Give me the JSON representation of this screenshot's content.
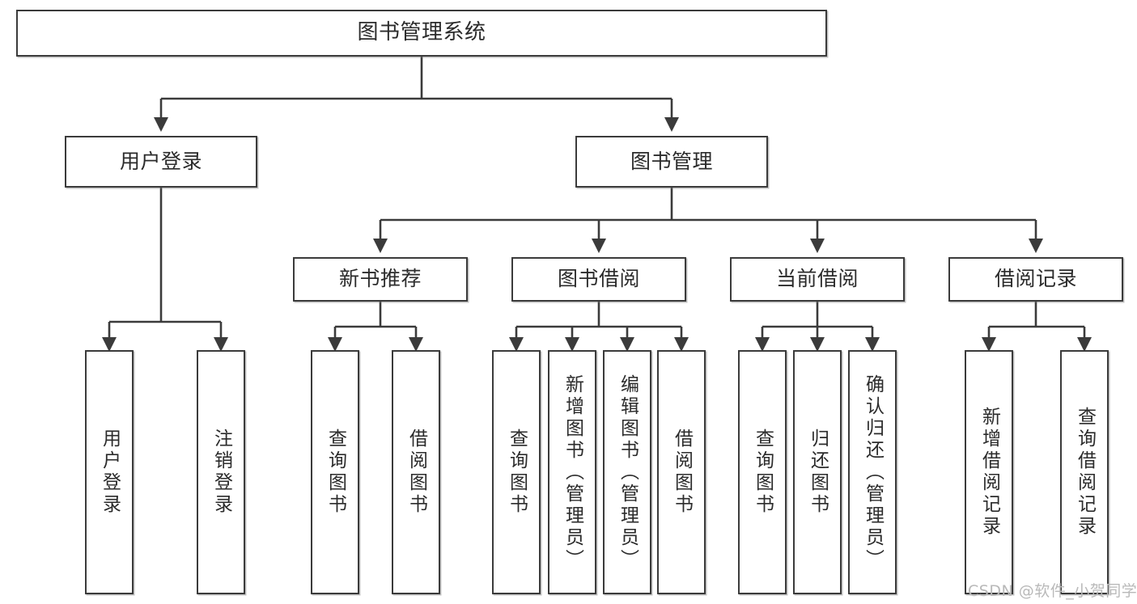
{
  "diagram": {
    "title": "图书管理系统",
    "type": "hierarchy-tree",
    "watermark": "CSDN @软件_小贺同学",
    "colors": {
      "node_border": "#3b3b3b",
      "node_fill": "#ffffff",
      "edge": "#3b3b3b",
      "text": "#2b2b2b",
      "watermark": "#b9b9b9",
      "background": "#ffffff"
    },
    "nodes": {
      "root": {
        "label": "图书管理系统"
      },
      "level2": [
        {
          "id": "user-login",
          "label": "用户登录"
        },
        {
          "id": "book-manage",
          "label": "图书管理"
        }
      ],
      "level3": [
        {
          "id": "new-book-recommend",
          "label": "新书推荐"
        },
        {
          "id": "book-borrow",
          "label": "图书借阅"
        },
        {
          "id": "current-borrow",
          "label": "当前借阅"
        },
        {
          "id": "borrow-record",
          "label": "借阅记录"
        }
      ],
      "leaves": {
        "user-login": [
          {
            "id": "leaf-user-login",
            "label": "用户登录"
          },
          {
            "id": "leaf-logout-login",
            "label": "注销登录"
          }
        ],
        "new-book-recommend": [
          {
            "id": "leaf-query-book-1",
            "label": "查询图书"
          },
          {
            "id": "leaf-borrow-book-1",
            "label": "借阅图书"
          }
        ],
        "book-borrow": [
          {
            "id": "leaf-query-book-2",
            "label": "查询图书"
          },
          {
            "id": "leaf-add-book",
            "label": "新增图书（管理员）"
          },
          {
            "id": "leaf-edit-book",
            "label": "编辑图书（管理员）"
          },
          {
            "id": "leaf-borrow-book-2",
            "label": "借阅图书"
          }
        ],
        "current-borrow": [
          {
            "id": "leaf-query-book-3",
            "label": "查询图书"
          },
          {
            "id": "leaf-return-book",
            "label": "归还图书"
          },
          {
            "id": "leaf-confirm-return",
            "label": "确认归还（管理员）"
          }
        ],
        "borrow-record": [
          {
            "id": "leaf-add-record",
            "label": "新增借阅记录"
          },
          {
            "id": "leaf-query-record",
            "label": "查询借阅记录"
          }
        ]
      }
    }
  }
}
